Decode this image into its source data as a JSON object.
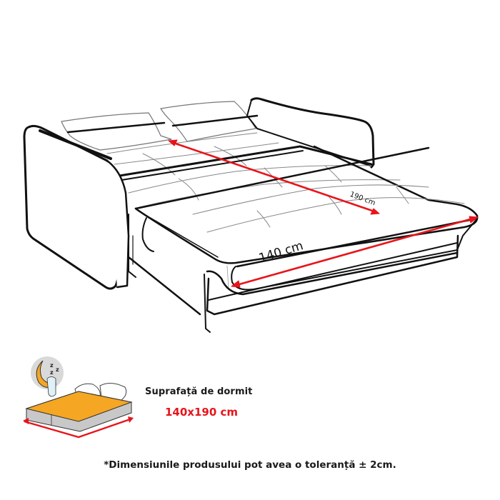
{
  "illustration": {
    "subject": "sofa bed, unfolded, line drawing",
    "dimensions": {
      "length_label": "190 cm",
      "width_label": "140 cm"
    },
    "arrow_color": "#e8141b",
    "line_color": "#111111"
  },
  "sleep_icon": {
    "name": "bed-with-moon-icon",
    "sheet_color": "#f5a623",
    "mattress_color": "#c8c8c8",
    "moon_badge_color": "#d9d9d9",
    "zzz": "z z z"
  },
  "sleeping_surface": {
    "title": "Suprafață de dormit",
    "value": "140x190 cm",
    "value_color": "#e8141b"
  },
  "footnote": "*Dimensiunile produsului pot avea o toleranță ± 2cm."
}
